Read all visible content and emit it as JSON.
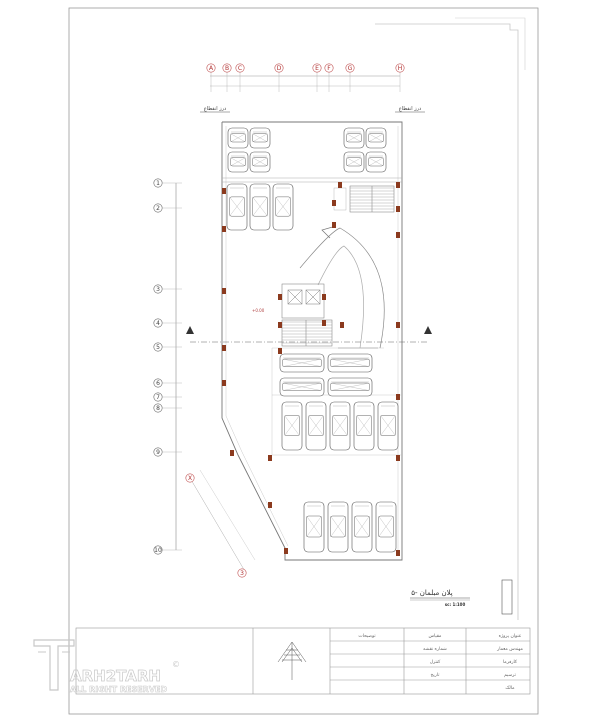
{
  "drawing": {
    "plan_title": "پلان مبلمان -۵",
    "scale": "sc: 1:100",
    "level_mark": "+0.00",
    "expansion_joint_left": "درز انقطاع",
    "expansion_joint_right": "درز انقطاع"
  },
  "grid": {
    "columns": [
      "A",
      "B",
      "C",
      "D",
      "E",
      "F",
      "G",
      "H"
    ],
    "rows": [
      "1",
      "2",
      "3",
      "4",
      "5",
      "6",
      "7",
      "8",
      "9",
      "10"
    ],
    "diagonal": [
      "X",
      "3"
    ]
  },
  "title_block": {
    "notes_label": "توضیحات",
    "project_title": "عنوان پروژه",
    "engineer": "مهندس معمار",
    "drawn_by": "ترسیم",
    "scale_field": "مقیاس",
    "date_field": "تاریخ",
    "owner": "مالک",
    "employer": "کارفرما",
    "checked": "کنترل",
    "page": "شماره نقشه"
  },
  "watermark": {
    "brand": "ARH2TARH",
    "rights": "ALL RIGHT RESERVED",
    "symbol": "©"
  },
  "colors": {
    "line": "#8a8a8a",
    "column": "#8b3a1e",
    "grid_bubble": "#c05050",
    "watermark": "#c8c8c8"
  }
}
